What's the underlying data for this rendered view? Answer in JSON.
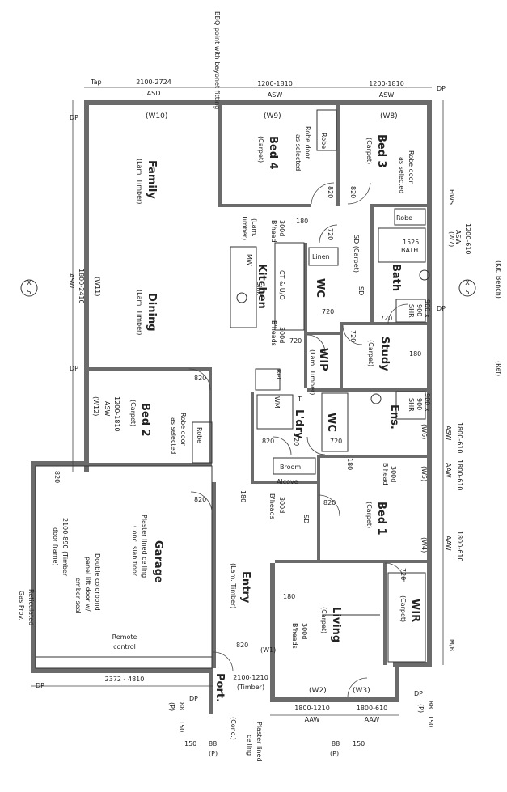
{
  "top": {
    "bbq": "BBQ point with bayonet fitting",
    "tap": "Tap",
    "dims": [
      {
        "size": "2100-2724",
        "type": "ASD"
      },
      {
        "size": "1200-1810",
        "type": "ASW"
      },
      {
        "size": "1200-1810",
        "type": "ASW"
      }
    ],
    "dp_tr": "DP",
    "dp_l1": "DP"
  },
  "windows": {
    "w10": "(W10)",
    "w9": "(W9)",
    "w8": "(W8)",
    "w7": "(W7)",
    "w6": "(W6)",
    "w5": "(W5)",
    "w4": "(W4)",
    "w3": "(W3)",
    "w2": "(W2)",
    "w1": "(W1)",
    "w11": "(W11)",
    "w12": "(W12)"
  },
  "rooms": {
    "family": {
      "name": "Family",
      "finish": "(Lam. Timber)"
    },
    "dining": {
      "name": "Dining",
      "finish": "(Lam. Timber)"
    },
    "bed4": {
      "name": "Bed 4",
      "finish": "(Carpet)"
    },
    "bed3": {
      "name": "Bed 3",
      "finish": "(Carpet)"
    },
    "bed2": {
      "name": "Bed 2",
      "finish": "(Carpet)"
    },
    "bed1": {
      "name": "Bed 1",
      "finish": "(Carpet)"
    },
    "kitchen": {
      "name": "Kitchen",
      "finish": "(Lam. Timber)"
    },
    "bath": {
      "name": "Bath"
    },
    "study": {
      "name": "Study",
      "finish": "(Carpet)"
    },
    "wip": {
      "name": "WIP",
      "finish": "(Lam. Timber)"
    },
    "ens": {
      "name": "Ens."
    },
    "wc1": {
      "name": "WC"
    },
    "wc2": {
      "name": "WC"
    },
    "laundry": {
      "name": "L'dry"
    },
    "garage": {
      "name": "Garage",
      "notes": [
        "Plaster lined ceiling",
        "Conc. slab floor"
      ],
      "door": [
        "Double colorbond",
        "panel lift door w/",
        "ember seal"
      ],
      "remote": [
        "Remote",
        "control"
      ],
      "frame": [
        "2100-890 (Timber",
        "door frame)"
      ]
    },
    "entry": {
      "name": "Entry",
      "finish": "(Lam. Timber)"
    },
    "living": {
      "name": "Living",
      "finish": "(Carpet)"
    },
    "wir": {
      "name": "WIR",
      "finish": "(Carpet)"
    },
    "port": {
      "name": "Port.",
      "finish": "(Conc.)"
    }
  },
  "labels": {
    "robe1": "Robe",
    "robe2": "Robe",
    "robe3": "Robe",
    "robe_door1": [
      "Robe door",
      "as selected"
    ],
    "robe_door2": [
      "Robe door",
      "as selected"
    ],
    "robe_door3": [
      "Robe door",
      "as selected"
    ],
    "linen": "Linen",
    "broom": "Broom",
    "alcove": "Alcove",
    "sd_carpet": "SD (Carpet)",
    "sd": "SD",
    "sd2": "SD",
    "hws": "HWS",
    "bath_size": [
      "1525",
      "BATH"
    ],
    "shr1": [
      "900 x",
      "900",
      "SHR"
    ],
    "shr2": [
      "900 x",
      "900",
      "SHR"
    ],
    "mw": "MW",
    "sink": "Sink",
    "ct_ufo": "CT & U/O",
    "ref": "Ref.",
    "wm": "WM",
    "trough": "T",
    "bhead1": [
      "300d",
      "B'head"
    ],
    "bhead2": [
      "300d",
      "B'heads"
    ],
    "bhead3": [
      "300d",
      "B'head"
    ],
    "bhead4": [
      "300d",
      "B'heads"
    ],
    "bhead5": [
      "300d",
      "B'heads"
    ],
    "lam_timber": [
      "(Lam.",
      "Timber)"
    ],
    "plaster": [
      "Plaster lined",
      "ceiling"
    ],
    "reticulated": [
      "Reticulated",
      "Gas Prov."
    ],
    "kit_bench": "(Kit. Bench)",
    "ref_r": "(Ref)",
    "mb": "M/B"
  },
  "doors": [
    "820",
    "820",
    "820",
    "720",
    "720",
    "720",
    "720",
    "720",
    "720",
    "820",
    "820",
    "720",
    "820",
    "820",
    "720",
    "820",
    "180",
    "180",
    "180",
    "180",
    "180"
  ],
  "dims": {
    "left": {
      "size": "1800-2410",
      "type": "ASW"
    },
    "bed2_w": [
      "1200-1810",
      "ASW"
    ],
    "right1": [
      "1200-610",
      "ASW"
    ],
    "right2": [
      "1800-610",
      "1800-610"
    ],
    "right2_t": [
      "ASW",
      "AAW"
    ],
    "right3": [
      "1800-610",
      "AAW"
    ],
    "bottom_garage": "2372 - 4810",
    "port_door": [
      "2100-1210",
      "(Timber)"
    ],
    "bottom_w2": [
      "1800-1210",
      "AAW"
    ],
    "bottom_w3": [
      "1800-610",
      "AAW"
    ],
    "p150a": "150",
    "p88a": "88",
    "pa": "(P)",
    "p150b": "150",
    "p88b": "88",
    "pb": "(P)",
    "p88c": "88",
    "p150c": "150",
    "pc": "(P)",
    "p88d": "88",
    "p150d": "150",
    "pd": "(P)",
    "dp_bl": "DP",
    "dp_b2": "DP",
    "dp_b3": "DP",
    "dp_l2": "DP",
    "dp_r": "DP"
  },
  "section": {
    "letter": "X",
    "num": "5"
  }
}
